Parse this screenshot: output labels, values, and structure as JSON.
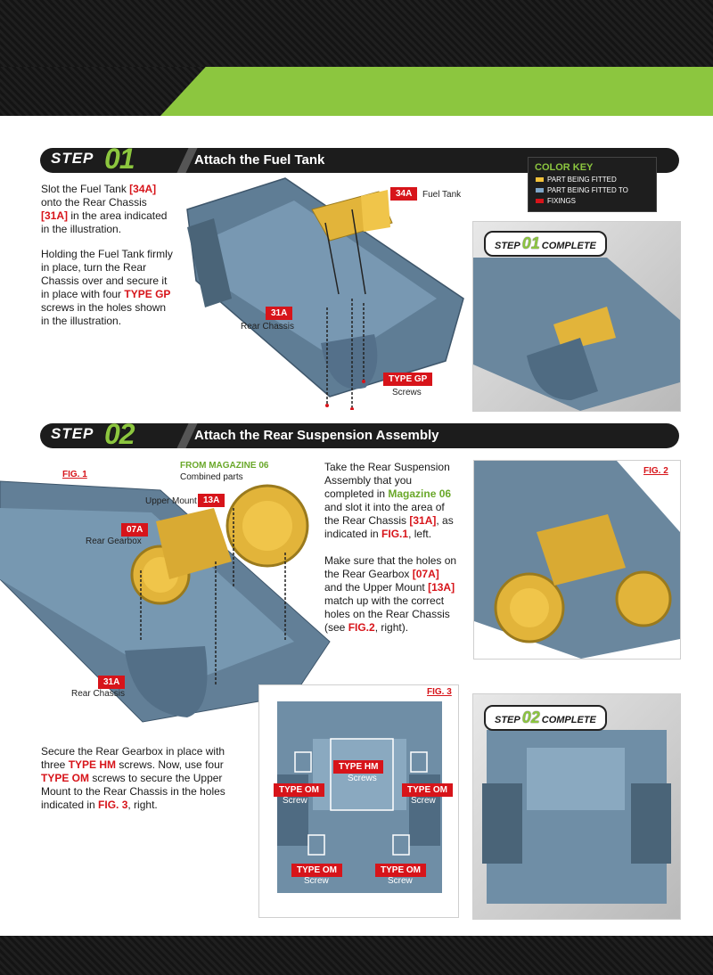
{
  "steps": [
    {
      "label": "STEP",
      "num": "01",
      "title": "Attach the Fuel Tank"
    },
    {
      "label": "STEP",
      "num": "02",
      "title": "Attach the Rear Suspension Assembly"
    }
  ],
  "color_key": {
    "title": "COLOR KEY",
    "items": [
      {
        "label": "PART BEING FITTED",
        "color": "#f2c23b"
      },
      {
        "label": "PART BEING FITTED TO",
        "color": "#7fa6c8"
      },
      {
        "label": "FIXINGS",
        "color": "#d7141a"
      }
    ]
  },
  "step1": {
    "p1": [
      "Slot the Fuel Tank ",
      "[34A]",
      " onto the Rear Chassis ",
      "[31A]",
      " in the area indicated in the illustration."
    ],
    "p2": [
      "Holding the Fuel Tank firmly in place, turn the Rear Chassis over and secure it in place with four ",
      "TYPE GP",
      " screws in the holes shown in the illustration."
    ],
    "tags": {
      "fuel_tank_code": "34A",
      "fuel_tank": "Fuel Tank",
      "chassis_code": "31A",
      "chassis": "Rear Chassis",
      "screw_code": "TYPE GP",
      "screw": "Screws"
    },
    "complete": {
      "prefix": "STEP",
      "num": "01",
      "suffix": "COMPLETE"
    }
  },
  "step2": {
    "from_mag": "FROM MAGAZINE 06",
    "combined": "Combined parts",
    "fig1": "FIG. 1",
    "fig2": "FIG. 2",
    "fig3": "FIG. 3",
    "tags": {
      "upper_mount": "Upper Mount",
      "upper_mount_code": "13A",
      "gearbox_code": "07A",
      "gearbox": "Rear Gearbox",
      "chassis_code": "31A",
      "chassis": "Rear Chassis",
      "hm": "TYPE HM",
      "hm_sub": "Screws",
      "om": "TYPE OM",
      "om_sub": "Screw"
    },
    "p1": [
      "Take the Rear Suspension Assembly that you completed in ",
      "Magazine 06",
      " and slot it into the area of the Rear Chassis ",
      "[31A]",
      ", as indicated in ",
      "FIG.1",
      ", left."
    ],
    "p2": [
      "Make sure that the holes on the Rear Gearbox ",
      "[07A]",
      " and the Upper Mount ",
      "[13A]",
      " match up with the correct holes on the Rear Chassis (see ",
      "FIG.2",
      ", right)."
    ],
    "p3": [
      "Secure the Rear Gearbox in place with three ",
      "TYPE HM",
      " screws. Now, use four ",
      "TYPE OM",
      " screws to secure the Upper Mount to the Rear Chassis in the holes indicated in ",
      "FIG. 3",
      ", right."
    ],
    "complete": {
      "prefix": "STEP",
      "num": "02",
      "suffix": "COMPLETE"
    }
  }
}
